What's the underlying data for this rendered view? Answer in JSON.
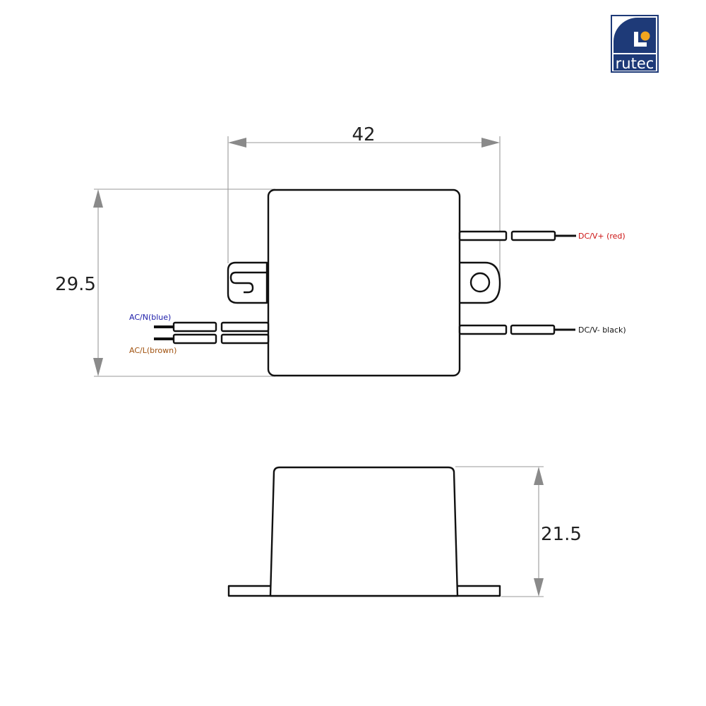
{
  "logo": {
    "text": "rutec",
    "colors": {
      "frame": "#1e3a78",
      "dot": "#f2a51f",
      "text": "#ffffff"
    },
    "icon": "rutec-logo-icon"
  },
  "dimensions": {
    "width": "42",
    "height": "29.5",
    "depth": "21.5"
  },
  "wires": {
    "ac_n": {
      "label": "AC/N(blue)",
      "color": "#1a1aa8"
    },
    "ac_l": {
      "label": "AC/L(brown)",
      "color": "#a0520f"
    },
    "dc_pos": {
      "label": "DC/V+ (red)",
      "color": "#cc1111"
    },
    "dc_neg": {
      "label": "DC/V- black)",
      "color": "#111111"
    }
  },
  "colors": {
    "outline": "#111111",
    "dim_line": "#888888",
    "arrow": "#888888"
  }
}
